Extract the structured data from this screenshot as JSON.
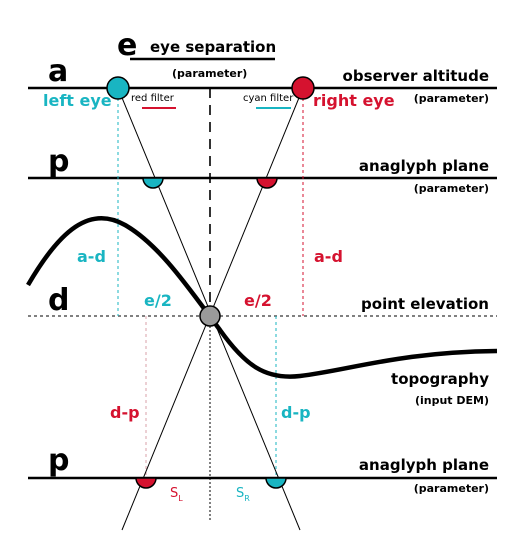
{
  "colors": {
    "cyan": "#19b5c2",
    "red": "#d5122f",
    "gray": "#9a9a9a",
    "line": "#000000"
  },
  "letters": {
    "e": "e",
    "a": "a",
    "p_top": "p",
    "d": "d",
    "p_bottom": "p"
  },
  "labels": {
    "eye_separation": "eye separation",
    "eye_separation_sub": "(parameter)",
    "observer_altitude": "observer altitude",
    "observer_altitude_sub": "(parameter)",
    "left_eye": "left eye",
    "right_eye": "right eye",
    "red_filter": "red filter",
    "cyan_filter": "cyan filter",
    "anaglyph_plane_top": "anaglyph plane",
    "anaglyph_plane_top_sub": "(parameter)",
    "point_elevation": "point elevation",
    "topography": "topography",
    "topography_sub": "(input DEM)",
    "anaglyph_plane_bottom": "anaglyph plane",
    "anaglyph_plane_bottom_sub": "(parameter)"
  },
  "measures": {
    "a_minus_d_left": "a-d",
    "a_minus_d_right": "a-d",
    "e_half_left": "e/2",
    "e_half_right": "e/2",
    "d_minus_p_left": "d-p",
    "d_minus_p_right": "d-p",
    "s_left_main": "S",
    "s_left_sub": "L",
    "s_right_main": "S",
    "s_right_sub": "R"
  }
}
